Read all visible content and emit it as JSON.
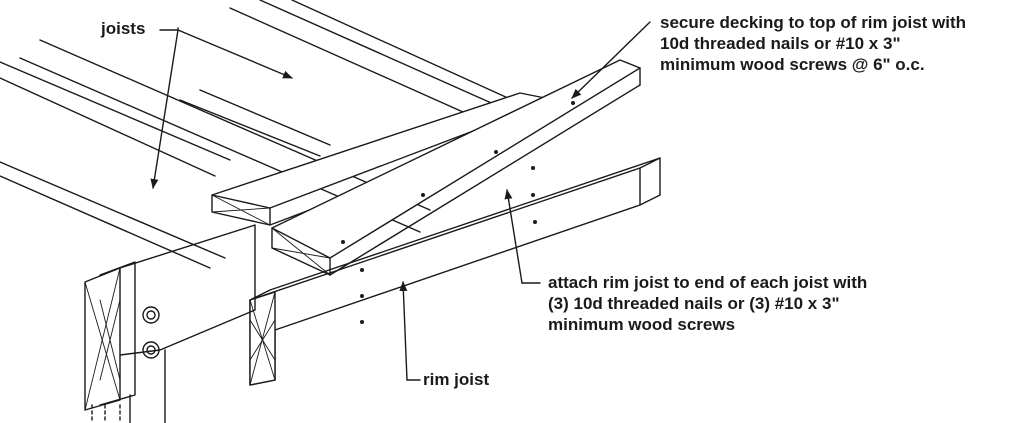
{
  "labels": {
    "joists": "joists",
    "rim_joist": "rim joist",
    "decking_note": [
      "secure decking to top of rim joist with",
      "10d threaded nails or #10 x 3\"",
      "minimum wood screws @ 6\" o.c."
    ],
    "attach_note": [
      "attach rim joist to end of each joist with",
      "(3) 10d threaded nails or (3) #10 x 3\"",
      "minimum wood screws"
    ]
  },
  "colors": {
    "line": "#1a1a1a",
    "background": "#ffffff"
  }
}
